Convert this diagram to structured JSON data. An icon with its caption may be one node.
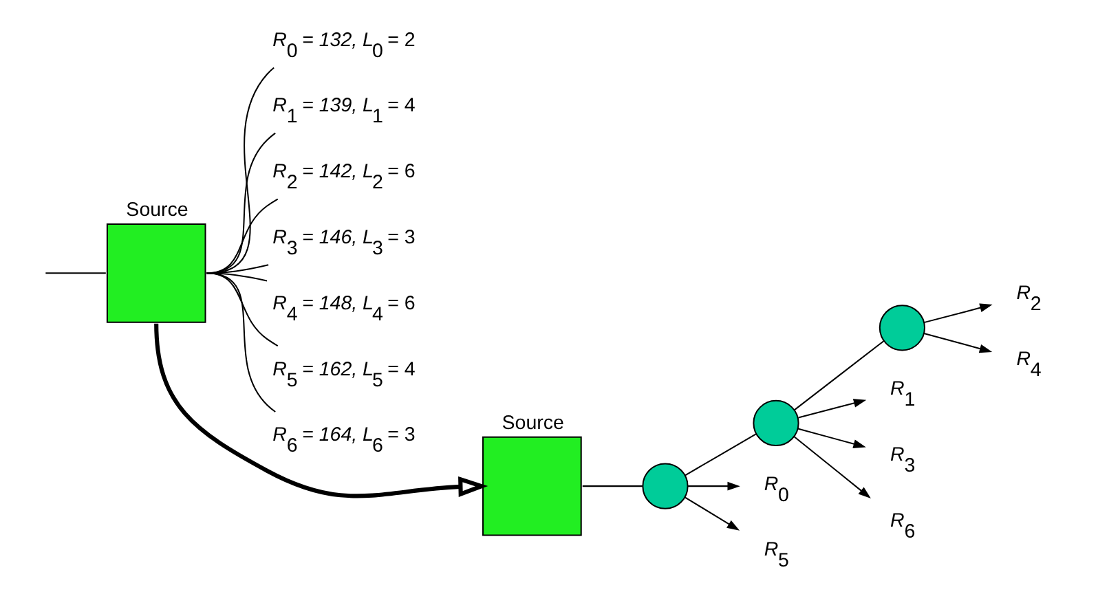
{
  "diagram": {
    "nodes": [
      {
        "text": [
          "Source"
        ]
      },
      {
        "text": [
          "*R*$_{0}$ *= 132, L*$_{0}$ = 2"
        ]
      },
      {
        "text": [
          "*R*$_{1}$ *= 139, L*$_{1}$ = 4"
        ]
      },
      {
        "text": [
          "*R*$_{2}$ *= 142, L*$_{2}$ = 6"
        ]
      },
      {
        "text": [
          "*R*$_{3}$ *= 146, L*$_{3}$ = 3"
        ]
      },
      {
        "text": [
          "*R*$_{4}$ *= 148, L*$_{4}$ = 6"
        ]
      },
      {
        "text": [
          "*R*$_{5}$ *= 162, L*$_{5}$ = 4"
        ]
      },
      {
        "text": [
          "*R*$_{6}$ *= 164, L*$_{6}$ = 3"
        ]
      },
      {
        "text": [
          "Source"
        ]
      },
      {
        "text": [],
        "shape": "circle"
      },
      {
        "text": [],
        "shape": "circle"
      },
      {
        "text": [],
        "shape": "circle"
      },
      {
        "text": [
          "*R*$_{0}$"
        ]
      },
      {
        "text": [
          "*R*$_{5}$"
        ]
      },
      {
        "text": [
          "*R*$_{1}$"
        ]
      },
      {
        "text": [
          "*R*$_{3}$"
        ]
      },
      {
        "text": [
          "*R*$_{6}$"
        ]
      },
      {
        "text": [
          "*R*$_{2}$"
        ]
      },
      {
        "text": [
          "*R*$_{4}$"
        ]
      }
    ],
    "edges": [
      {
        "from": null,
        "to": 0,
        "arrow": "none"
      },
      {
        "from": 0,
        "to": 1,
        "arrow": "none"
      },
      {
        "from": 0,
        "to": 2,
        "arrow": "none"
      },
      {
        "from": 0,
        "to": 3,
        "arrow": "none"
      },
      {
        "from": 0,
        "to": 4,
        "arrow": "none"
      },
      {
        "from": 0,
        "to": 5,
        "arrow": "none"
      },
      {
        "from": 0,
        "to": 6,
        "arrow": "none"
      },
      {
        "from": 0,
        "to": 7,
        "arrow": "none"
      },
      {
        "from": 0,
        "to": 8,
        "arrow": "to",
        "style": "thick"
      },
      {
        "from": 8,
        "to": 9,
        "arrow": "none"
      },
      {
        "from": 9,
        "to": 12,
        "arrow": "to"
      },
      {
        "from": 9,
        "to": 13,
        "arrow": "to"
      },
      {
        "from": 9,
        "to": 10,
        "arrow": "none"
      },
      {
        "from": 10,
        "to": 14,
        "arrow": "to"
      },
      {
        "from": 10,
        "to": 15,
        "arrow": "to"
      },
      {
        "from": 10,
        "to": 16,
        "arrow": "to"
      },
      {
        "from": 10,
        "to": 11,
        "arrow": "none"
      },
      {
        "from": 11,
        "to": 17,
        "arrow": "to"
      },
      {
        "from": 11,
        "to": 18,
        "arrow": "to"
      }
    ]
  }
}
